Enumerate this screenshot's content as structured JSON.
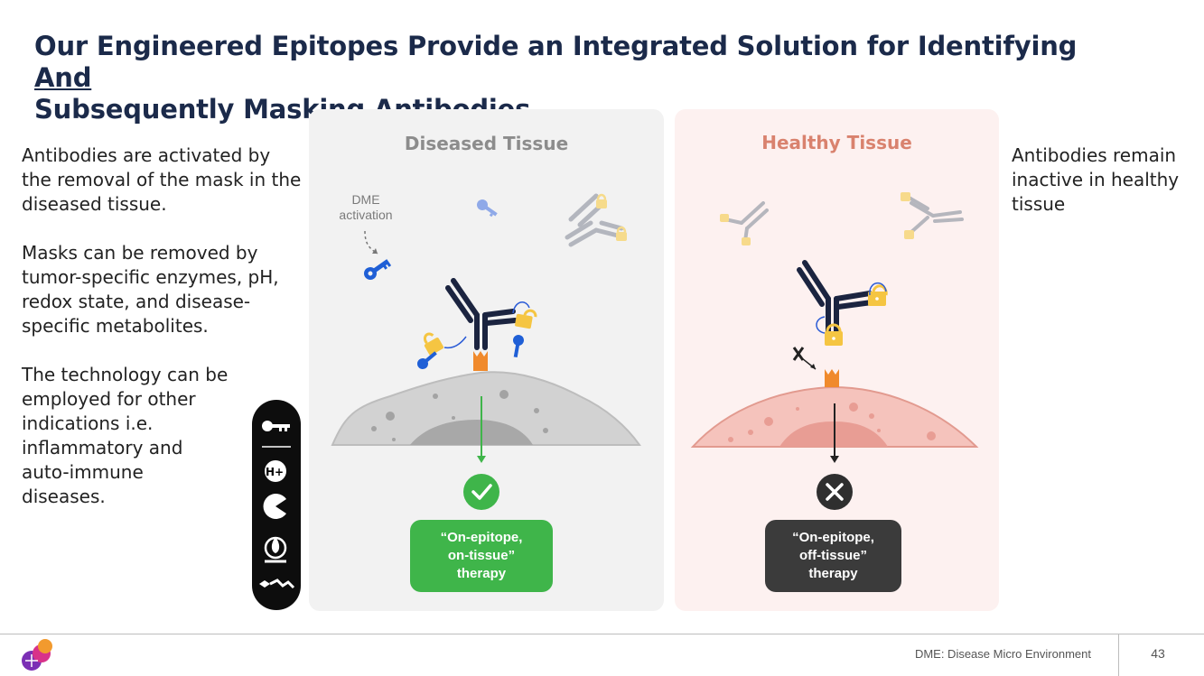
{
  "slide": {
    "title_main": "Our Engineered Epitopes Provide an Integrated Solution for Identifying ",
    "title_underlined": "And",
    "title_line2": "Subsequently Masking Antibodies"
  },
  "left_text": {
    "para1": "Antibodies are activated by the removal of the mask in the diseased tissue.",
    "para2": "Masks can be removed by tumor-specific enzymes, pH, redox state, and disease-specific metabolites.",
    "para3": "The technology can be employed for other indications i.e. inflammatory and auto-immune diseases."
  },
  "right_text": "Antibodies remain inactive in healthy tissue",
  "diseased_panel": {
    "title": "Diseased Tissue",
    "dme_label": "DME activation",
    "outcome_line1": "“On-epitope,",
    "outcome_line2": "on-tissue”",
    "outcome_line3": "therapy",
    "outcome_status": "check-icon"
  },
  "healthy_panel": {
    "title": "Healthy Tissue",
    "outcome_line1": "“On-epitope,",
    "outcome_line2": "off-tissue”",
    "outcome_line3": "therapy",
    "outcome_status": "x-icon"
  },
  "mechanism_icons": [
    "key-icon",
    "h-plus-icon",
    "pacman-enzyme-icon",
    "redox-flame-icon",
    "metabolite-icon"
  ],
  "mechanism_h_label": "H+",
  "footer": {
    "note": "DME: Disease Micro Environment",
    "page_number": "43"
  },
  "colors": {
    "title": "#1b2a4a",
    "success": "#3fb54a",
    "failure": "#3b3b3b",
    "lock": "#f5c542",
    "key": "#1f5fd6",
    "epitope": "#f08a2c",
    "healthy_accent": "#d9826e"
  }
}
